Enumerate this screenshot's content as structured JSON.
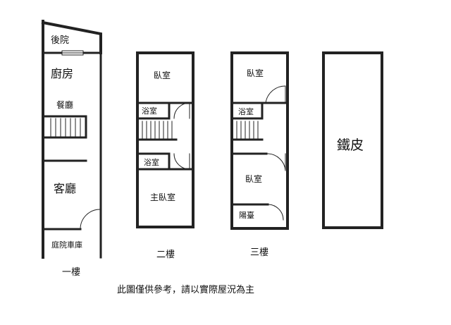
{
  "floors": [
    {
      "caption": "一樓",
      "rooms": {
        "backyard": "後院",
        "kitchen": "廚房",
        "dining": "餐廳",
        "living": "客廳",
        "garage": "庭院車庫"
      }
    },
    {
      "caption": "二樓",
      "rooms": {
        "bedroom": "臥室",
        "bath_upper": "浴室",
        "bath_lower": "浴室",
        "master_bedroom": "主臥室"
      }
    },
    {
      "caption": "三樓",
      "rooms": {
        "bedroom_front": "臥室",
        "bath": "浴室",
        "bedroom_back": "臥室",
        "balcony": "陽臺"
      }
    },
    {
      "rooms": {
        "iron_roof": "鐵皮"
      }
    }
  ],
  "disclaimer": "此圖僅供參考，請以實際屋況為主"
}
